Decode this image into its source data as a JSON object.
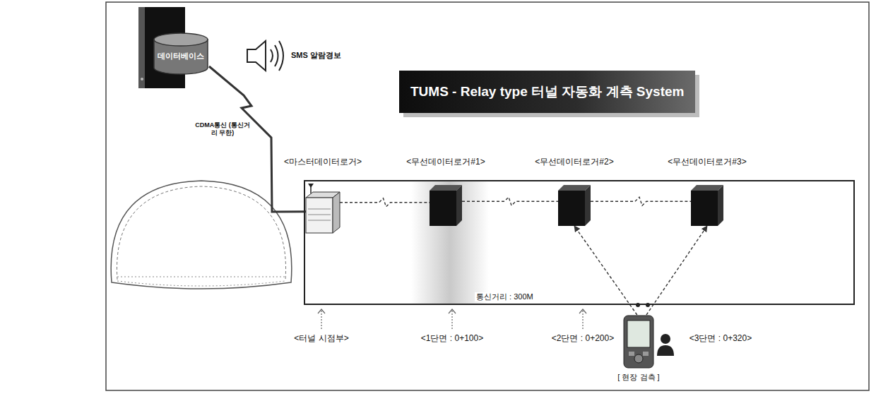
{
  "diagram": {
    "title": "TUMS - Relay type 터널 자동화 계측 System",
    "nodes": [
      {
        "text": [
          "데이터베이스"
        ]
      },
      {
        "text": [
          "통신거리 : 300M"
        ]
      },
      {
        "text": [
          "<마스터데이터로거>"
        ],
        "in": 1
      },
      {
        "text": [
          "<무선데이터로거#1>"
        ],
        "in": 1
      },
      {
        "text": [
          "<무선데이터로거#2>"
        ],
        "in": 1
      },
      {
        "text": [
          "<무선데이터로거#3>"
        ],
        "in": 1
      },
      {
        "text": [
          "[ 현장 검측 ]"
        ]
      }
    ],
    "edges": [
      {
        "from": 0,
        "to": 2,
        "arrow": "none",
        "label": "CDMA통신 (통신거리 무한)"
      },
      {
        "from": 2,
        "to": 3,
        "arrow": "none"
      },
      {
        "from": 3,
        "to": 4,
        "arrow": "none"
      },
      {
        "from": 4,
        "to": 5,
        "arrow": "none"
      },
      {
        "from": 6,
        "to": 4,
        "arrow": "to"
      },
      {
        "from": 6,
        "to": 5,
        "arrow": "to"
      }
    ],
    "labels": [
      "SMS 알람경보",
      "<터널 시점부>",
      "<1단면 : 0+100>",
      "<2단면 : 0+200>",
      "<3단면 : 0+320>"
    ]
  }
}
